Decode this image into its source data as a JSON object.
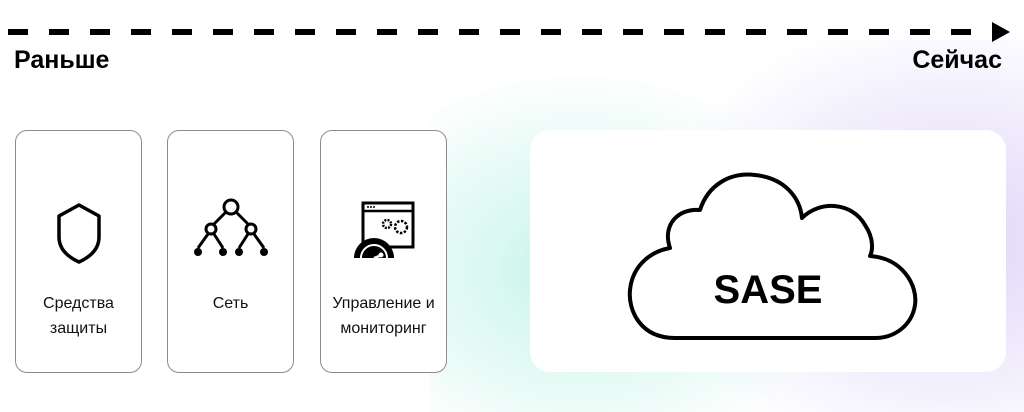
{
  "timeline": {
    "start_label": "Раньше",
    "end_label": "Сейчас"
  },
  "cards": [
    {
      "icon": "shield-icon",
      "line1": "Средства",
      "line2": "защиты"
    },
    {
      "icon": "network-tree-icon",
      "line1": "Сеть",
      "line2": ""
    },
    {
      "icon": "monitoring-dashboard-icon",
      "line1": "Управление и",
      "line2": "мониторинг"
    }
  ],
  "sase": {
    "icon": "cloud-icon",
    "label": "SASE"
  }
}
